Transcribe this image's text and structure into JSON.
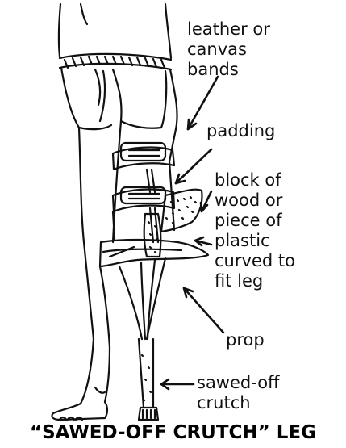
{
  "labels": {
    "bands": [
      "leather or",
      "canvas",
      "bands"
    ],
    "padding": [
      "padding"
    ],
    "block": [
      "block of",
      "wood or",
      "piece of",
      "plastic",
      "curved to",
      "fit leg"
    ],
    "prop": [
      "prop"
    ],
    "crutch": [
      "sawed-off",
      "crutch"
    ]
  },
  "caption": "“SAWED-OFF CRUTCH” LEG"
}
